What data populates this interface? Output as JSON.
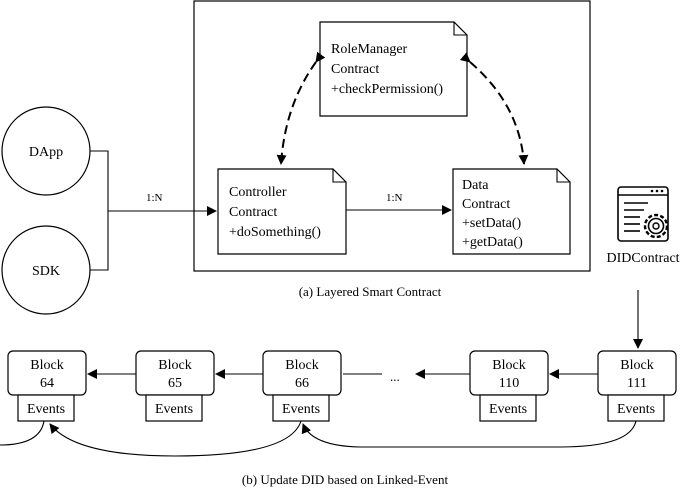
{
  "layered": {
    "caption": "(a) Layered Smart Contract",
    "role_manager": {
      "lines": [
        "RoleManager",
        "Contract",
        "+checkPermission()"
      ]
    },
    "controller": {
      "lines": [
        "Controller",
        "Contract",
        "+doSomething()"
      ]
    },
    "data_contract": {
      "lines": [
        "Data",
        "Contract",
        "+setData()",
        "+getData()"
      ]
    },
    "ratio_left": "1:N",
    "ratio_mid": "1:N"
  },
  "clients": {
    "dapp": "DApp",
    "sdk": "SDK"
  },
  "did": {
    "label": "DIDContract",
    "icon": "contract-gear-icon"
  },
  "chain": {
    "caption": "(b) Update DID  based on Linked-Event",
    "ellipsis": "...",
    "blocks": [
      {
        "title": "Block",
        "number": "64",
        "events": "Events"
      },
      {
        "title": "Block",
        "number": "65",
        "events": "Events"
      },
      {
        "title": "Block",
        "number": "66",
        "events": "Events"
      },
      {
        "title": "Block",
        "number": "110",
        "events": "Events"
      },
      {
        "title": "Block",
        "number": "111",
        "events": "Events"
      }
    ]
  }
}
